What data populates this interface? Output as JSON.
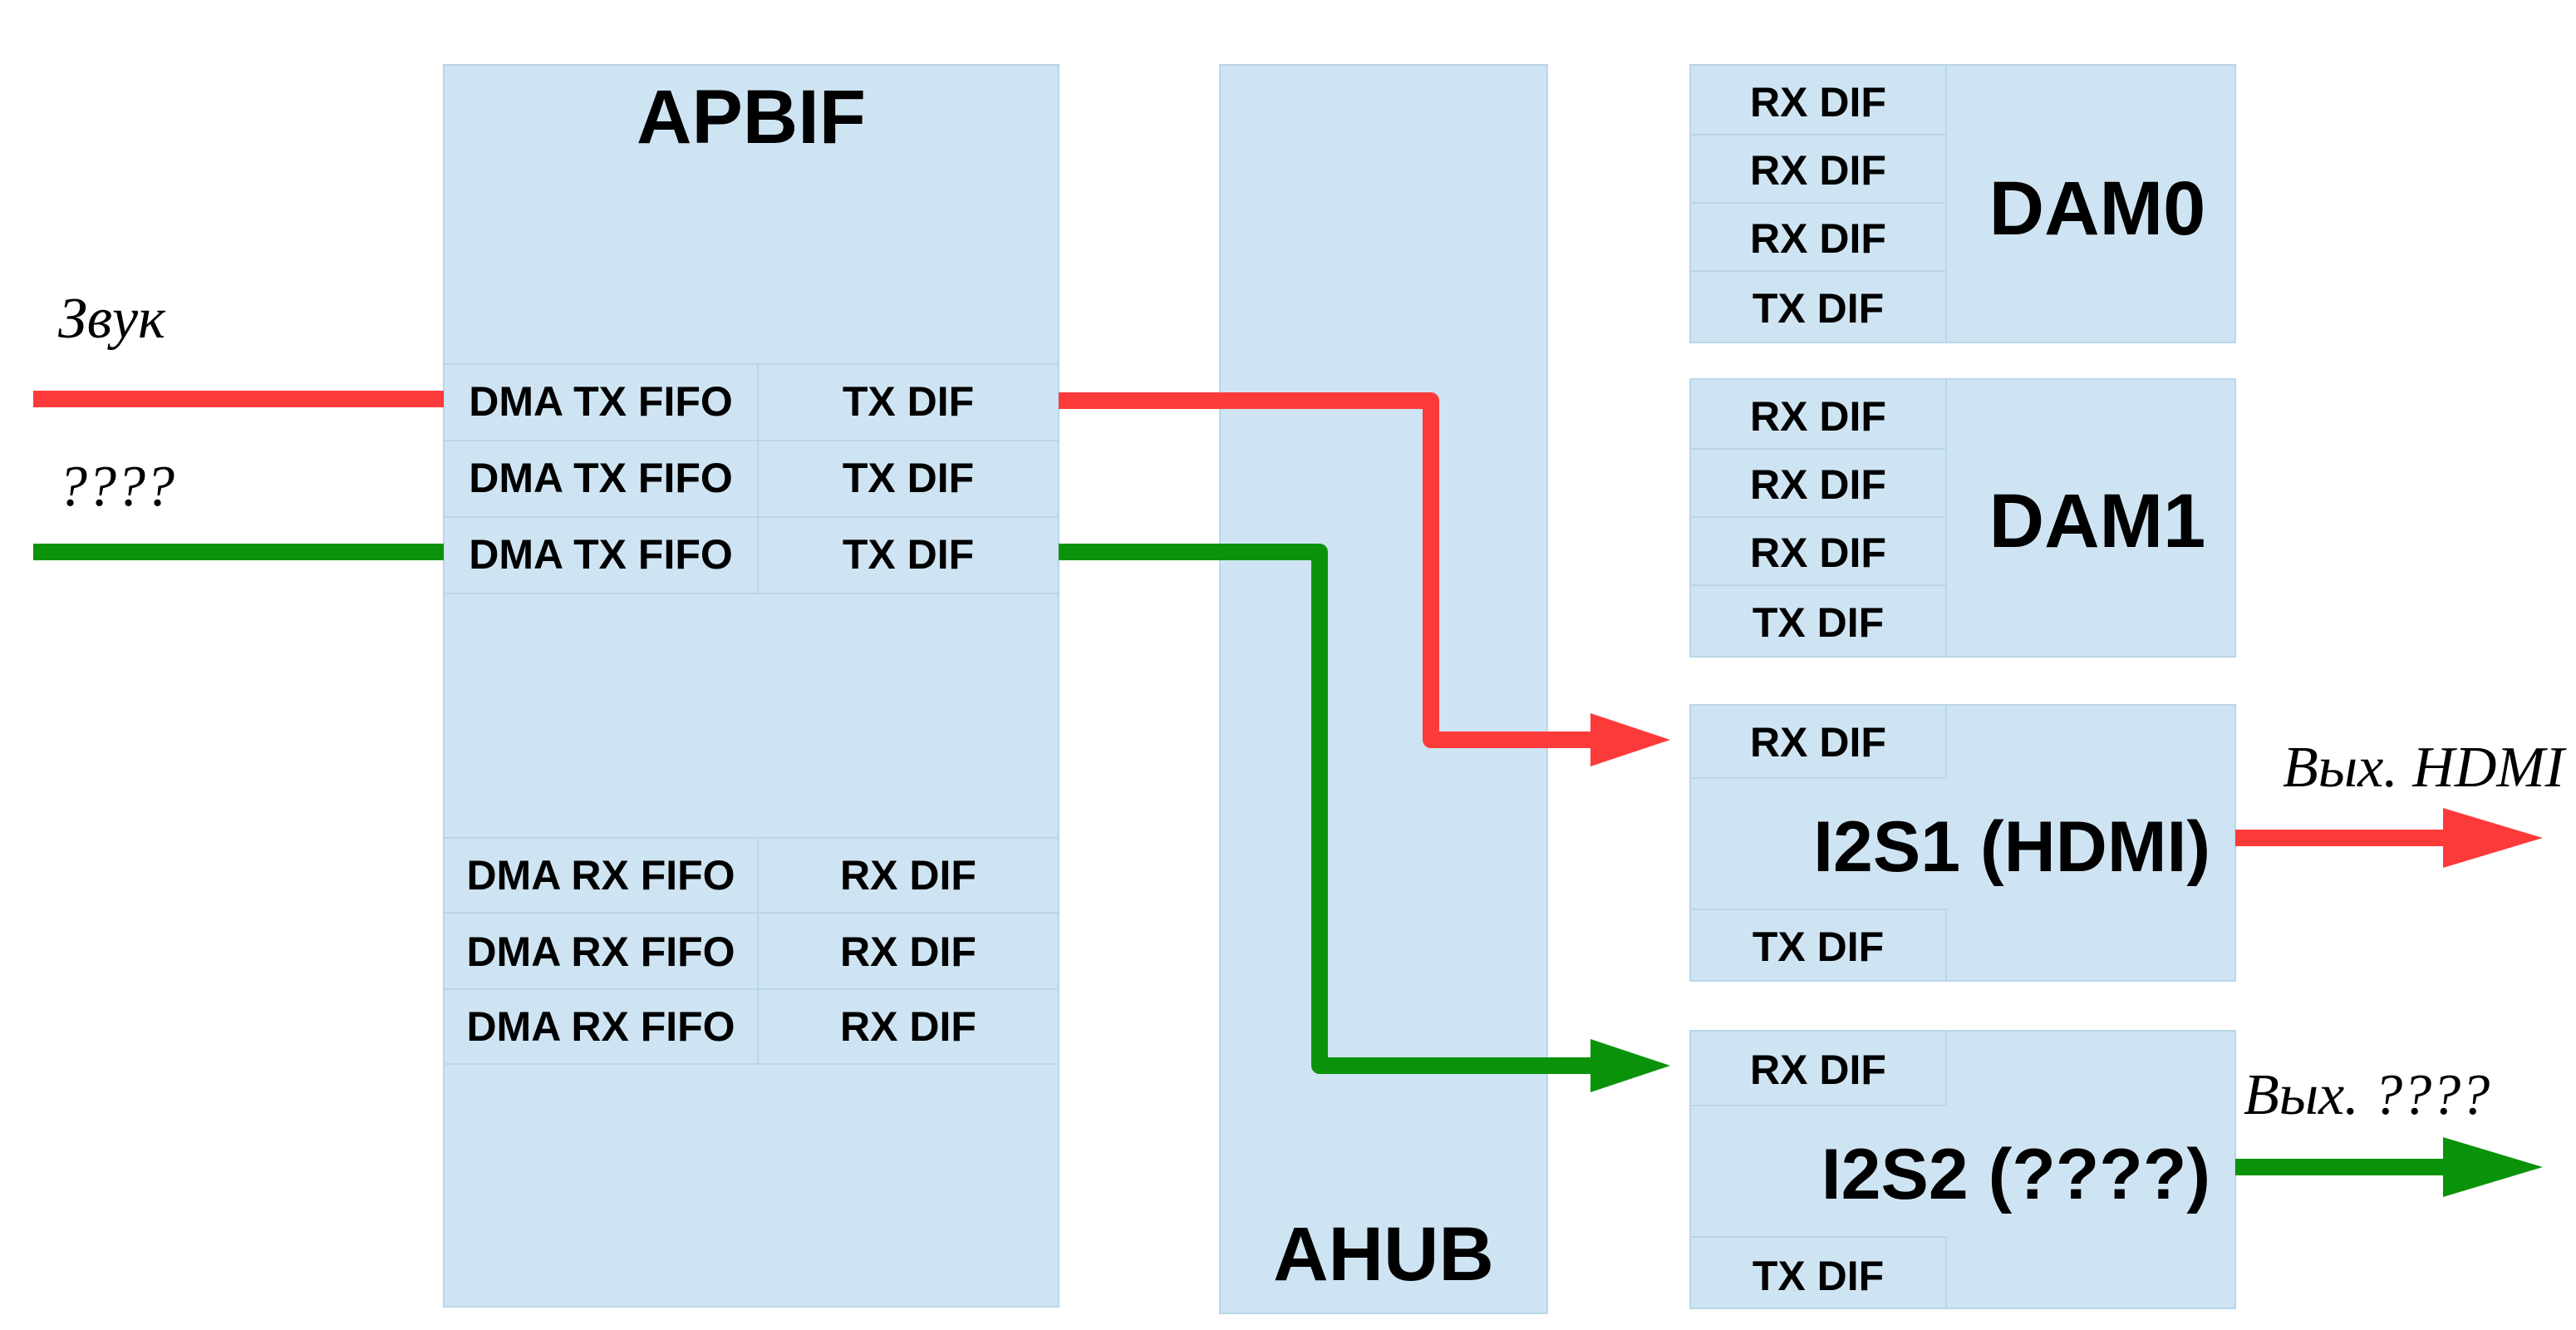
{
  "colors": {
    "block_fill": "#cfe4f2",
    "red_path": "#fd3a3a",
    "green_path": "#0a930a"
  },
  "inputs": {
    "sound": "Звук",
    "unknown": "????"
  },
  "apbif": {
    "title": "APBIF",
    "tx_rows": [
      {
        "fifo": "DMA TX FIFO",
        "dif": "TX DIF"
      },
      {
        "fifo": "DMA TX FIFO",
        "dif": "TX DIF"
      },
      {
        "fifo": "DMA TX FIFO",
        "dif": "TX DIF"
      }
    ],
    "rx_rows": [
      {
        "fifo": "DMA RX FIFO",
        "dif": "RX DIF"
      },
      {
        "fifo": "DMA RX FIFO",
        "dif": "RX DIF"
      },
      {
        "fifo": "DMA RX FIFO",
        "dif": "RX DIF"
      }
    ]
  },
  "ahub": {
    "title": "AHUB"
  },
  "dam0": {
    "title": "DAM0",
    "difs": [
      "RX DIF",
      "RX DIF",
      "RX DIF",
      "TX DIF"
    ]
  },
  "dam1": {
    "title": "DAM1",
    "difs": [
      "RX DIF",
      "RX DIF",
      "RX DIF",
      "TX DIF"
    ]
  },
  "i2s1": {
    "title": "I2S1 (HDMI)",
    "rx": "RX DIF",
    "tx": "TX DIF"
  },
  "i2s2": {
    "title": "I2S2 (????)",
    "rx": "RX DIF",
    "tx": "TX DIF"
  },
  "outputs": {
    "hdmi": "Вых. HDMI",
    "unknown": "Вых. ????"
  }
}
